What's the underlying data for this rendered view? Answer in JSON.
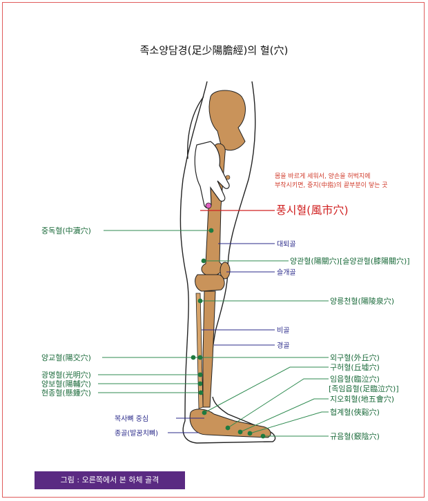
{
  "title": "족소양담경(足少陽膽經)의 혈(穴)",
  "note_line1": "몸을 바르게 세워서, 양손을 허벅지에",
  "note_line2": "부착시키면, 중지(中指)의 끝부분이 닿는 곳",
  "highlight_point": "풍시혈(風市穴)",
  "left_points": [
    "중독혈(中瀆穴)",
    "양교혈(陽交穴)",
    "광명혈(光明穴)",
    "양보혈(陽輔穴)",
    "현종혈(懸鍾穴)"
  ],
  "right_points": [
    "양관혈(陽關穴)[슬양관혈(膝陽關穴)]",
    "양릉천혈(陽陵泉穴)",
    "외구혈(外丘穴)",
    "구허혈(丘墟穴)",
    "임읍혈(臨泣穴)",
    "[족임읍혈(足臨泣穴)]",
    "지오회혈(地五會穴)",
    "협계혈(俠谿穴)",
    "규음혈(竅陰穴)"
  ],
  "bones": [
    "대퇴골",
    "슬개골",
    "비골",
    "경골",
    "복사뼈 중심",
    "종골(발꿈치뼈)"
  ],
  "caption": "그림 : 오른쪽에서 본 하체 골격",
  "colors": {
    "point": "#1f7a3f",
    "bone": "#c9935a",
    "label_line": "#2d8a4f",
    "bone_line": "#2a2a8a",
    "highlight": "#d02020",
    "caption_bg": "#5a2a82"
  }
}
